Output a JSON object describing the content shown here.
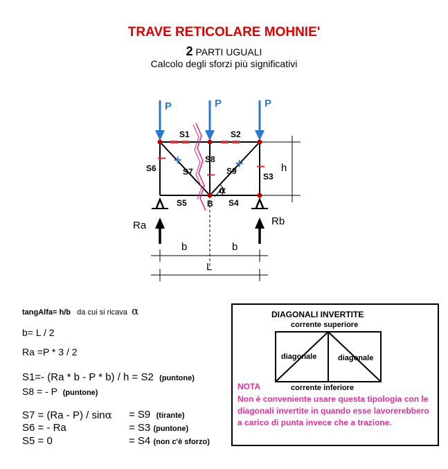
{
  "header": {
    "title": "TRAVE RETICOLARE MOHNIE'",
    "parts_number": "2",
    "parts_label": "PARTI UGUALI",
    "subtitle": "Calcolo degli sforzi più significativi"
  },
  "diagram": {
    "load_label": "P",
    "reaction_left": "Ra",
    "reaction_right": "Rb",
    "member_labels": [
      "S1",
      "S2",
      "S3",
      "S4",
      "S5",
      "S6",
      "S7",
      "S8",
      "S9"
    ],
    "node_label_B": "B",
    "angle_symbol": "α",
    "dim_h": "h",
    "dim_b1": "b",
    "dim_b2": "b",
    "dim_L": "L",
    "minus_sign": "−",
    "plus_sign": "+",
    "colors": {
      "load_arrow": "#2878d0",
      "compression_sign": "#e83030",
      "tension_sign": "#2878d0",
      "section_cut": "#e0207a",
      "node": "#c00000"
    }
  },
  "formulas": {
    "tang_line": "tangAlfa= h/b",
    "tang_note": "da cui si ricava",
    "tang_symbol": "α",
    "b_eq": "b= L / 2",
    "ra_eq": "Ra =P * 3 / 2",
    "s1_left": "S1=- (Ra * b - P * b)  / h",
    "s1_right": "= S2",
    "s1_note": "(puntone)",
    "s8_left": "S8 = - P",
    "s8_note": "(puntone)",
    "s7_left": "S7 = (Ra - P) / sin",
    "s7_symbol": "α",
    "s7_right": "= S9",
    "s7_note": "(tirante)",
    "s6_left": "S6 = - Ra",
    "s6_right": "= S3",
    "s6_note": "(puntone)",
    "s5_left": "S5 = 0",
    "s5_right": "= S4",
    "s5_note": "(non c'è sforzo)"
  },
  "inverted_box": {
    "title": "DIAGONALI INVERTITE",
    "top_chord": "corrente superiore",
    "diag_left": "diagonale",
    "diag_right": "diagonale",
    "bottom_chord": "corrente inferiore",
    "nota_title": "NOTA",
    "nota_text": "Non è conveniente usare questa tipologia con le diagonali invertite in quando esse lavorerebbero a carico di punta invece che a trazione."
  }
}
